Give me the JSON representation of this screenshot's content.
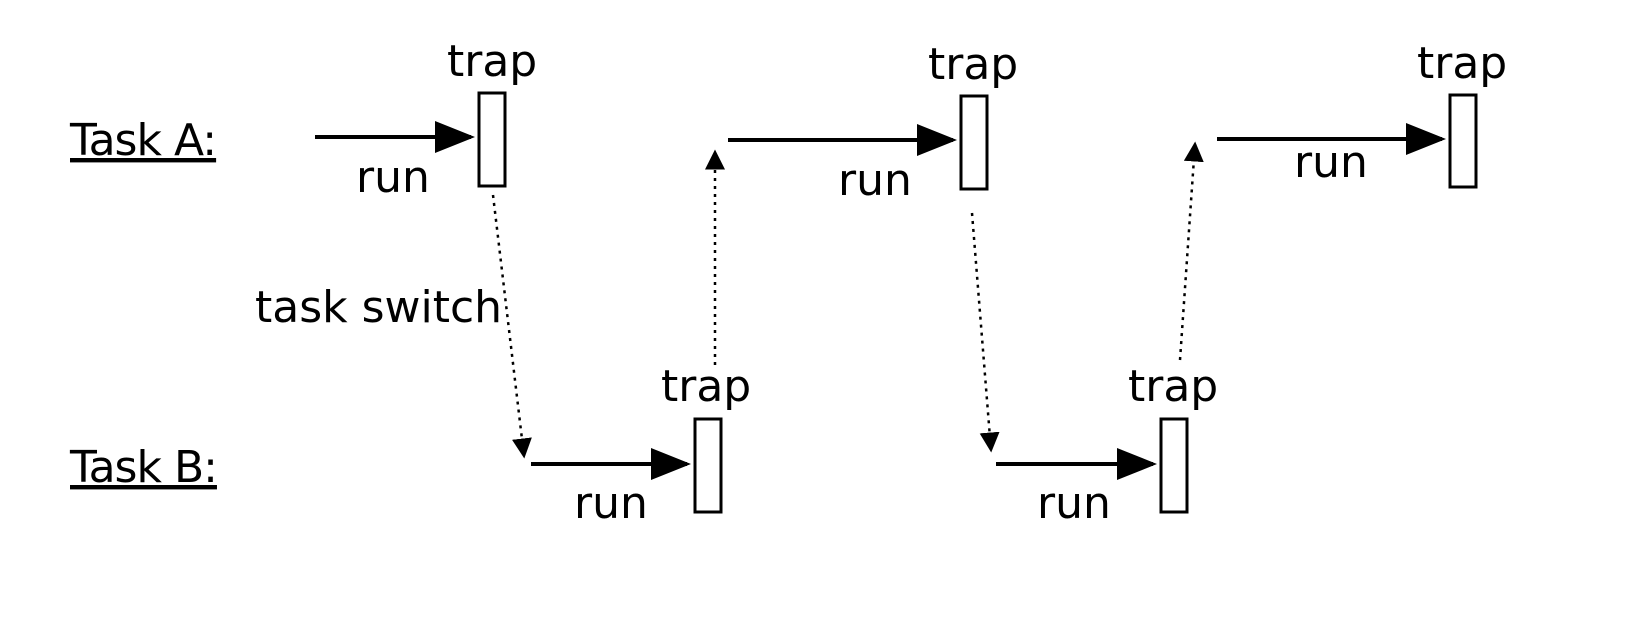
{
  "labels": {
    "task_a": "Task A:",
    "task_b": "Task B:",
    "task_switch": "task switch"
  },
  "segments": [
    {
      "task": "A",
      "run": "run",
      "trap": "trap"
    },
    {
      "task": "B",
      "run": "run",
      "trap": "trap"
    },
    {
      "task": "A",
      "run": "run",
      "trap": "trap"
    },
    {
      "task": "B",
      "run": "run",
      "trap": "trap"
    },
    {
      "task": "A",
      "run": "run",
      "trap": "trap"
    }
  ]
}
